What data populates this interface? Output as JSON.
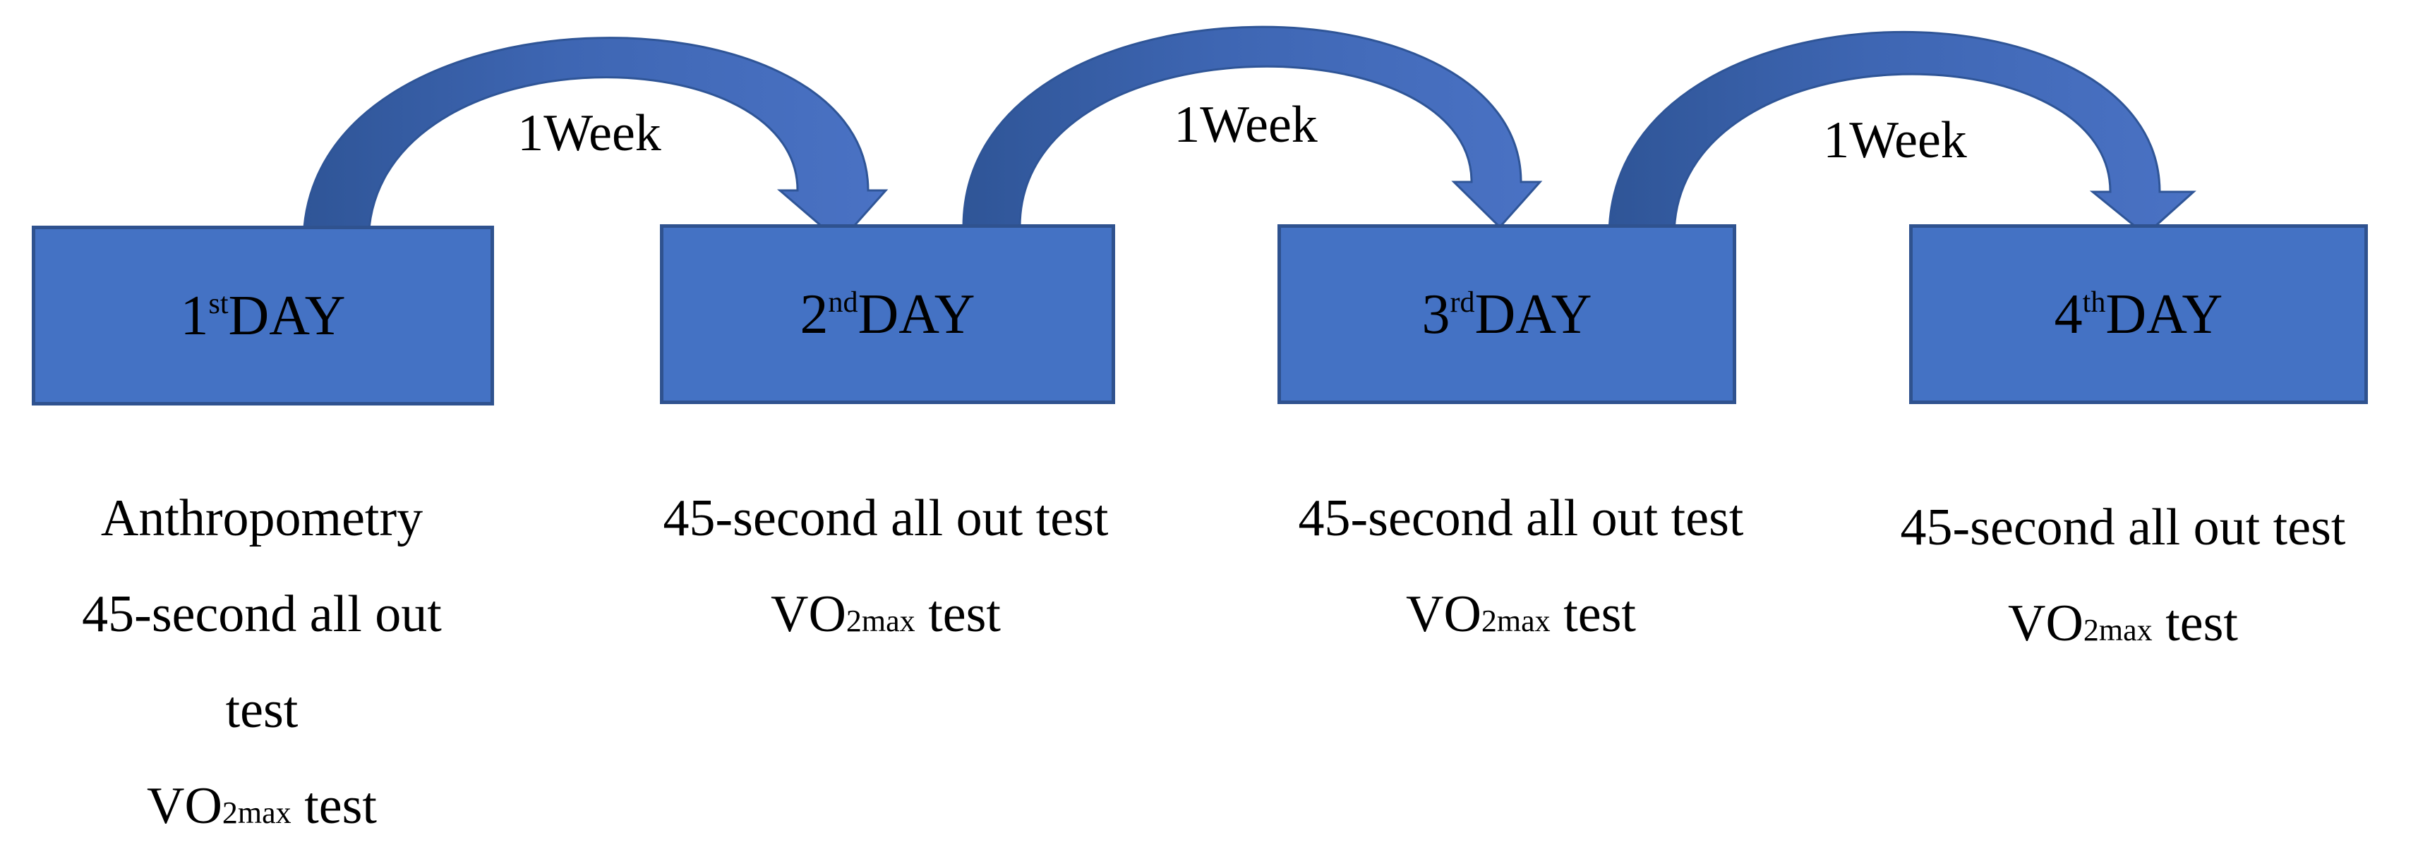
{
  "diagram": {
    "colors": {
      "box_fill": "#4472c4",
      "box_border": "#2f528f",
      "arrow_fill": "#4a72c4",
      "arrow_shadow": "#2f5597",
      "text": "#000000"
    },
    "days": [
      {
        "ordinal_number": "1",
        "ordinal_suffix": "st",
        "label": "DAY",
        "tests": [
          "Anthropometry",
          "45-second all out",
          "test",
          "VO2max test"
        ]
      },
      {
        "ordinal_number": "2",
        "ordinal_suffix": "nd",
        "label": "DAY",
        "tests": [
          "45-second all out test",
          "VO2max test"
        ]
      },
      {
        "ordinal_number": "3",
        "ordinal_suffix": "rd",
        "label": "DAY",
        "tests": [
          "45-second all out test",
          "VO2max test"
        ]
      },
      {
        "ordinal_number": "4",
        "ordinal_suffix": "th",
        "label": "DAY",
        "tests": [
          "45-second all out test",
          "VO2max test"
        ]
      }
    ],
    "intervals": [
      {
        "label": "1Week",
        "icon": "curved-arrow-icon"
      },
      {
        "label": "1Week",
        "icon": "curved-arrow-icon"
      },
      {
        "label": "1Week",
        "icon": "curved-arrow-icon"
      }
    ]
  }
}
